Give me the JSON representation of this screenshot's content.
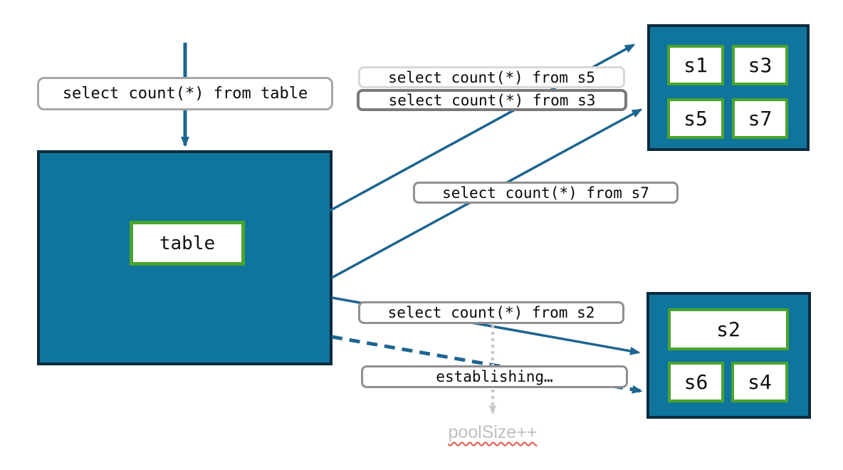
{
  "colors": {
    "node_fill": "#0f759d",
    "node_border": "#0c2b3f",
    "shard_border": "#4aa42d",
    "arrow": "#1d6590",
    "dotted_arrow": "#c9c9c9",
    "pool_text": "#bfbfbf",
    "squiggle_underline": "#e4584a",
    "label_border_light": "#d8d8d8",
    "label_border_dark": "#7a7a7a",
    "label_border_mid": "#8f8f8f"
  },
  "table_node": {
    "label": "table"
  },
  "shard_group_top": {
    "shards": [
      "s1",
      "s3",
      "s5",
      "s7"
    ]
  },
  "shard_group_bottom": {
    "wide_shard": "s2",
    "shards": [
      "s6",
      "s4"
    ]
  },
  "query_labels": {
    "table": "select count(*) from table",
    "s5": "select count(*) from s5",
    "s3": "select count(*) from s3",
    "s7": "select count(*) from s7",
    "s2": "select count(*) from s2",
    "establishing": "establishing…",
    "pool_size": "poolSize++"
  }
}
